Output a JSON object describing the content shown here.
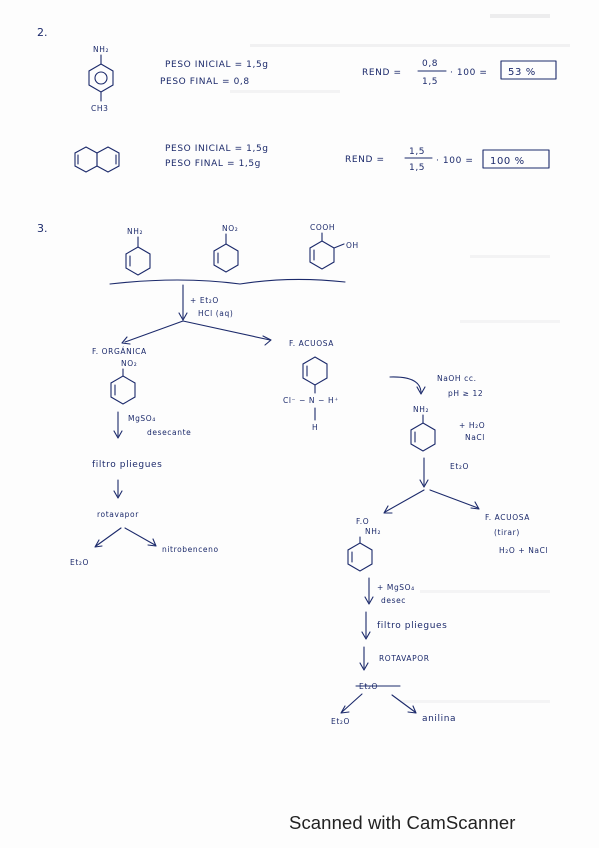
{
  "q2": {
    "number": "2.",
    "r1": {
      "sub_top": "NH₂",
      "sub_bottom": "CH3",
      "peso_inicial": "PESO INICIAL = 1,5g",
      "peso_final": "PESO FINAL = 0,8",
      "rend_label": "REND =",
      "frac_num": "0,8",
      "frac_den": "1,5",
      "times": "· 100 =",
      "result": "53 %"
    },
    "r2": {
      "peso_inicial": "PESO INICIAL = 1,5g",
      "peso_final": "PESO FINAL = 1,5g",
      "rend_label": "REND =",
      "frac_num": "1,5",
      "frac_den": "1,5",
      "times": "· 100 =",
      "result": "100 %"
    }
  },
  "q3": {
    "number": "3.",
    "mol_nh2": "NH₂",
    "mol_no2": "NO₂",
    "mol_cooh": "COOH",
    "mol_oh": "OH",
    "step1_a": "+ Et₂O",
    "step1_b": "HCl (aq)",
    "f_org": "F. ORGÁNICA",
    "f_org_sub": "NO₂",
    "f_acu": "F. ACUOSA",
    "salt": "Cl⁻ − N − H⁺",
    "salt_h": "H",
    "mgso4": "MgSO₄",
    "desecante": "desecante",
    "filtro": "filtro pliegues",
    "rotavapor": "rotavapor",
    "et2o_l": "Et₂O",
    "nitrobenceno": "nitrobenceno",
    "naoh": "NaOH cc.",
    "ph": "pH ≥ 12",
    "nh2_b": "NH₂",
    "h2o_nacl_a": "+ H₂O",
    "h2o_nacl_b": "NaCl",
    "et2o_r": "Et₂O",
    "fo": "F.O",
    "fo_nh2": "NH₂",
    "f_acuosa_r": "F. ACUOSA",
    "tirar": "(tirar)",
    "h2o_nacl_r": "H₂O + NaCl",
    "mgso4_b": "+ MgSO₄",
    "desec": "desec",
    "filtro_b": "filtro pliegues",
    "rotavapor_b": "ROTAVAPOR",
    "struck": "Et₂O",
    "et2o_b": "Et₂O",
    "anilina": "anilina"
  },
  "footer": "Scanned with CamScanner"
}
